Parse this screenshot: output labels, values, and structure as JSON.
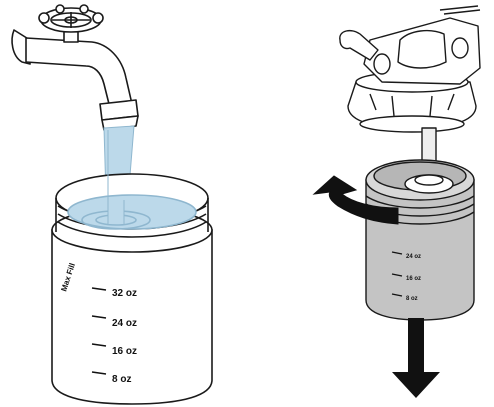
{
  "left_panel": {
    "max_fill_label": "Max Fill",
    "marks": [
      "32 oz",
      "24 oz",
      "16 oz",
      "8 oz"
    ]
  },
  "right_panel": {
    "marks": [
      "24 oz",
      "16 oz",
      "8 oz"
    ]
  },
  "colors": {
    "water": "#bcd9ea",
    "water_edge": "#8fb7cf",
    "cup_gray": "#c4c4c4",
    "arrow": "#111111",
    "line": "#1a1a1a"
  }
}
